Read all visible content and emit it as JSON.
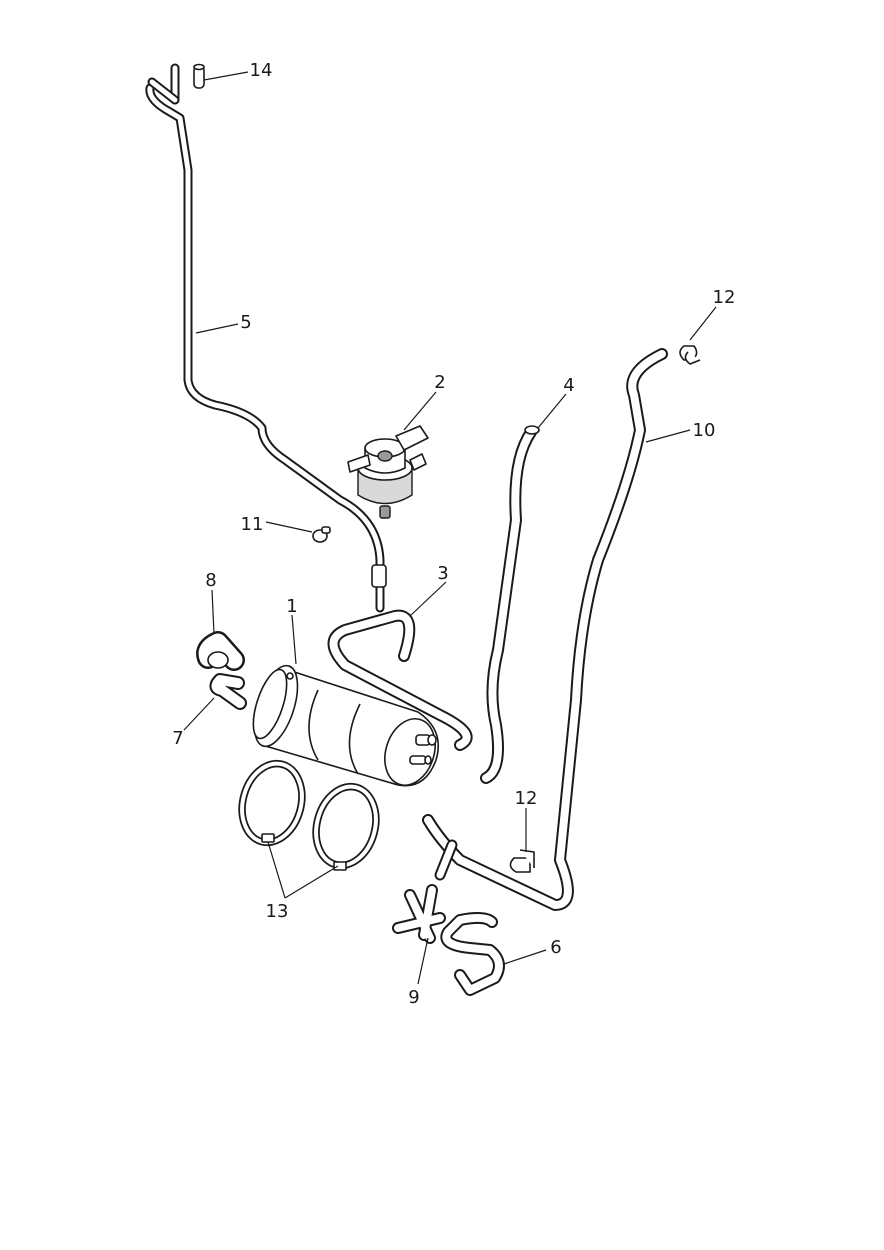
{
  "diagram": {
    "colors": {
      "line": "#1a1a1a",
      "background": "#ffffff",
      "shade_light": "#d9d9d9",
      "shade_dark": "#9a9a9a"
    },
    "callouts": [
      {
        "id": "1",
        "label": "1"
      },
      {
        "id": "2",
        "label": "2"
      },
      {
        "id": "3",
        "label": "3"
      },
      {
        "id": "4",
        "label": "4"
      },
      {
        "id": "5",
        "label": "5"
      },
      {
        "id": "6",
        "label": "6"
      },
      {
        "id": "7",
        "label": "7"
      },
      {
        "id": "8",
        "label": "8"
      },
      {
        "id": "9",
        "label": "9"
      },
      {
        "id": "10",
        "label": "10"
      },
      {
        "id": "11",
        "label": "11"
      },
      {
        "id": "12a",
        "label": "12"
      },
      {
        "id": "12b",
        "label": "12"
      },
      {
        "id": "13",
        "label": "13"
      },
      {
        "id": "14",
        "label": "14"
      }
    ]
  }
}
